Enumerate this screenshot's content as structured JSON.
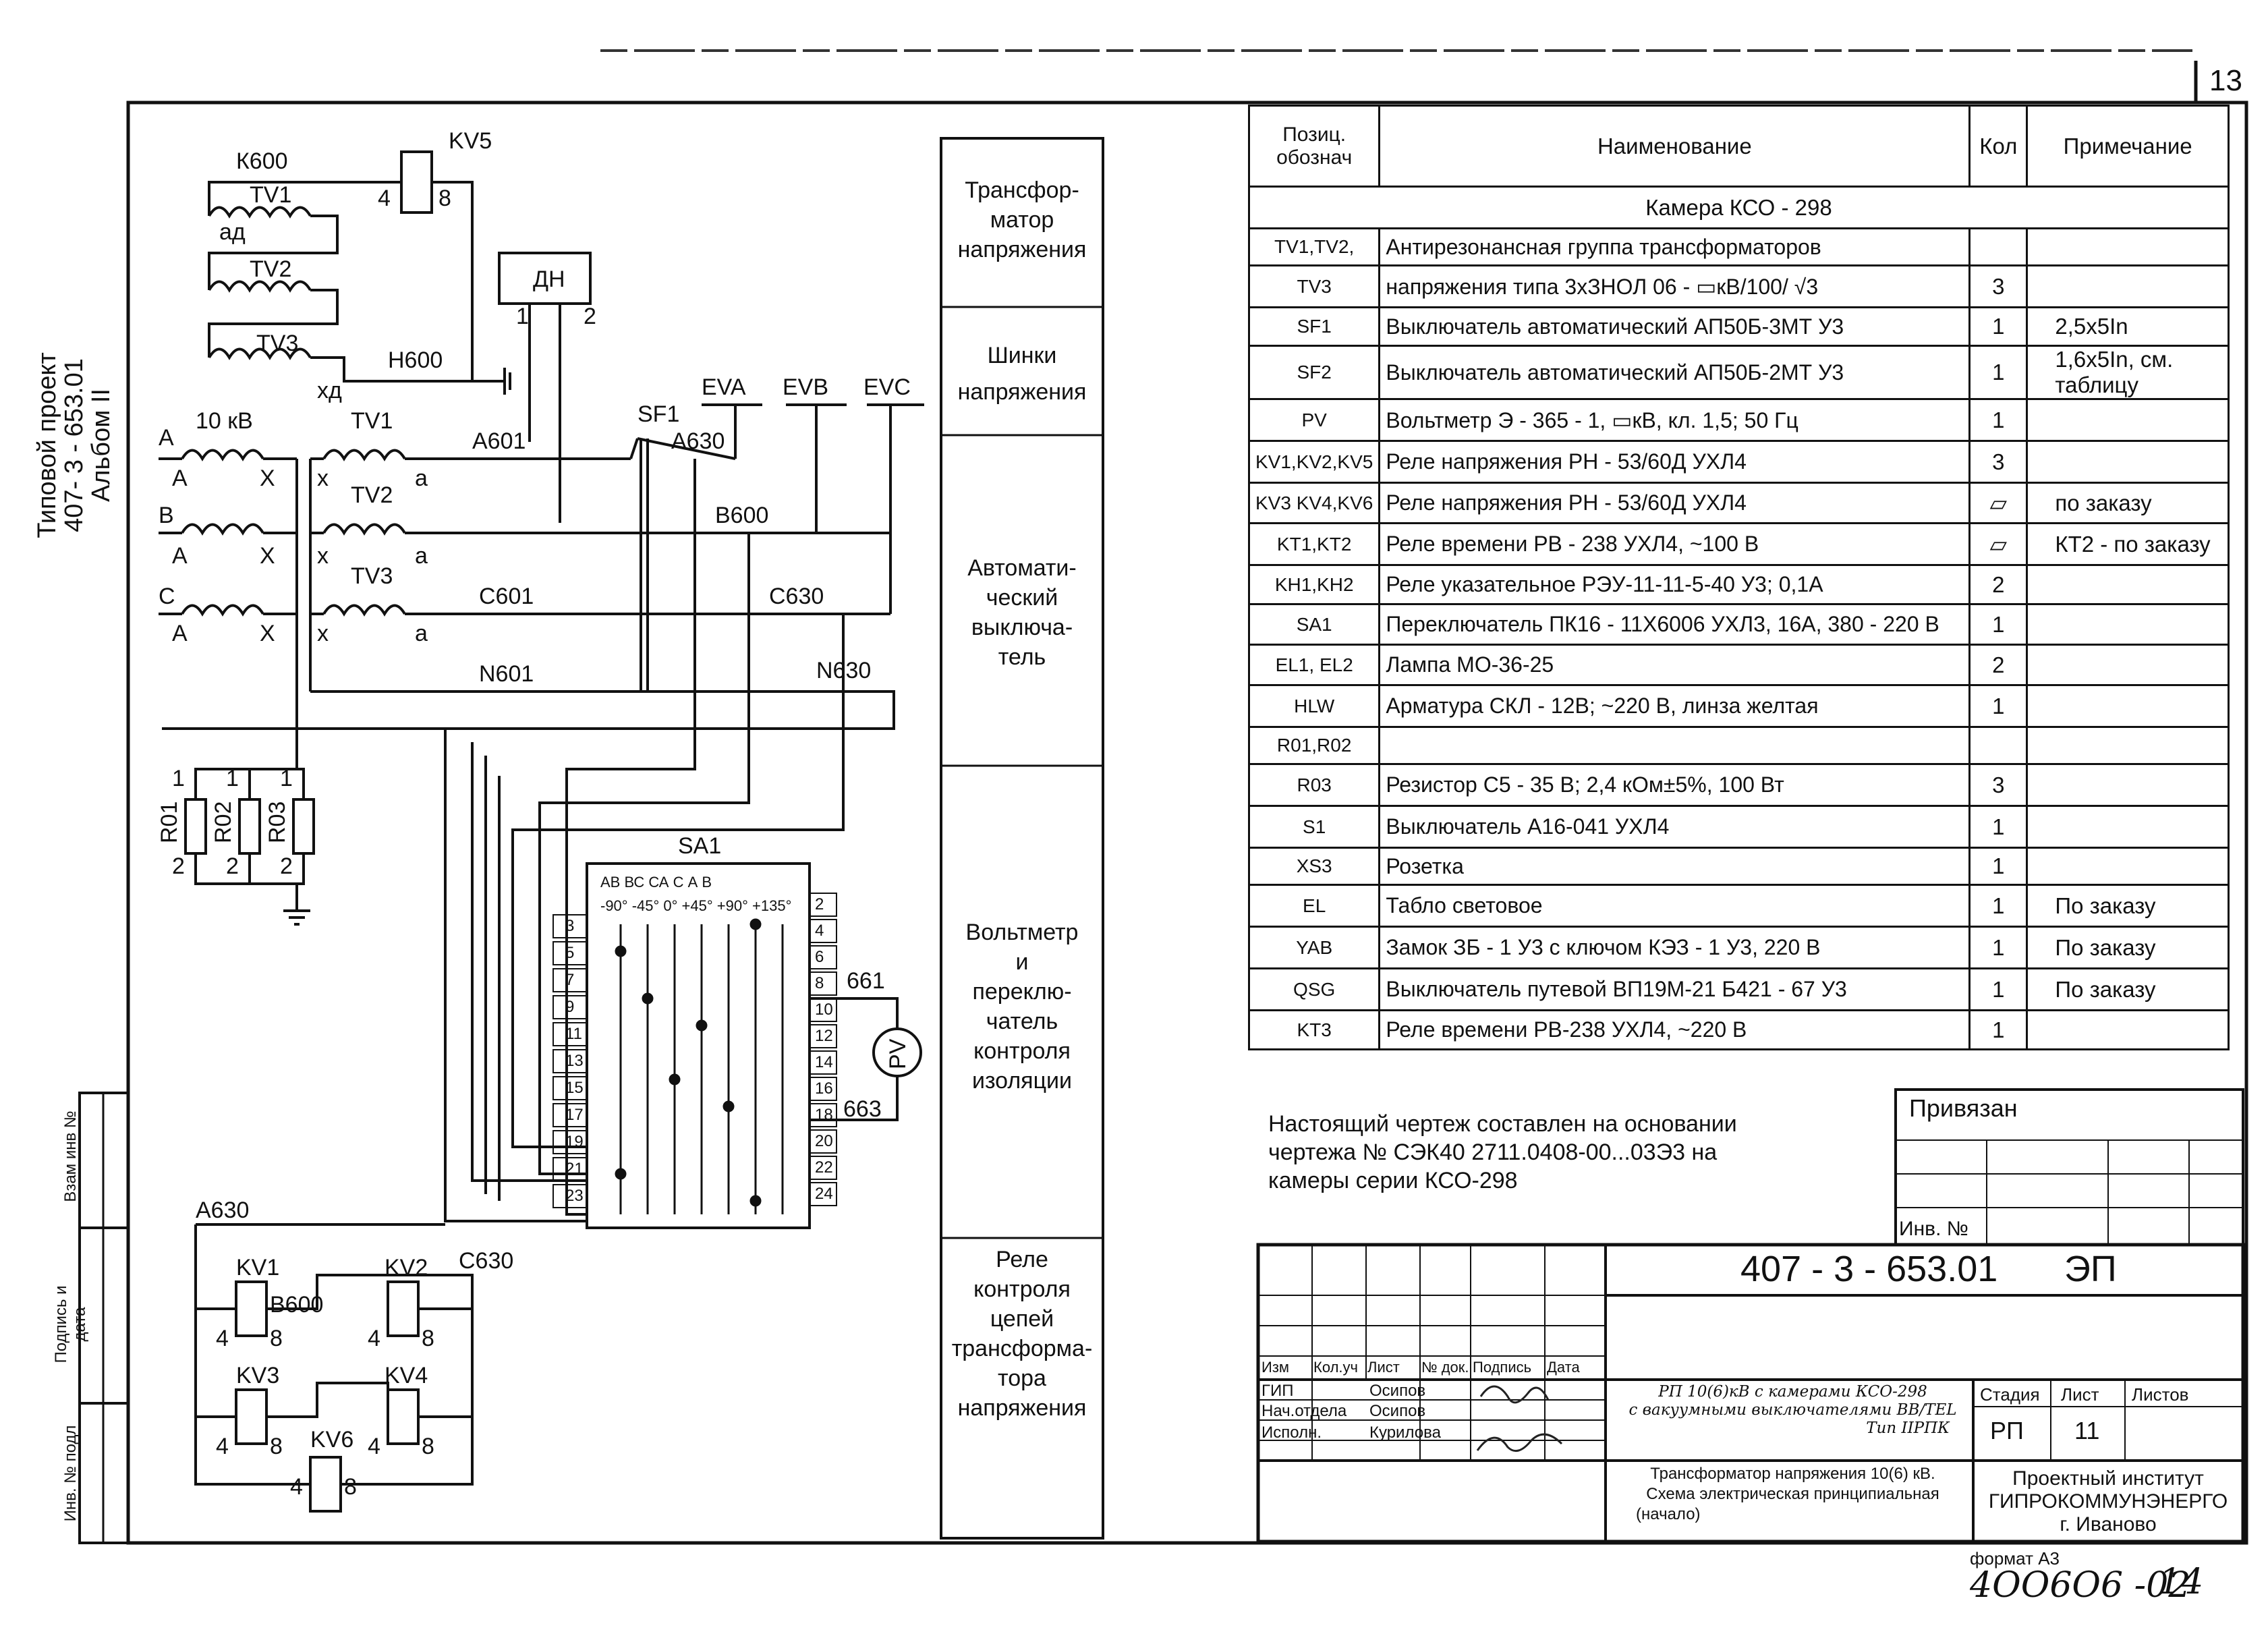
{
  "page": {
    "sheet_corner_number": "13",
    "format_label": "формат А3",
    "archive_number": "4ОО6О6 -02",
    "archive_page": "14"
  },
  "side_stamp": {
    "line1": "Типовой проект",
    "line2": "407- 3 - 653.01",
    "line3": "Альбом II",
    "cells": [
      "Взам инв №",
      "Подпись и дата",
      "Инв. № подл"
    ]
  },
  "schematic": {
    "labels": {
      "k600": "К600",
      "kv5": "KV5",
      "tv1": "TV1",
      "tv2": "TV2",
      "tv3": "TV3",
      "ad": "ад",
      "xd": "хд",
      "dn": "ДН",
      "h600": "Н600",
      "n10kv": "10 кВ",
      "sf1": "SF1",
      "eva": "EVA",
      "evb": "EVB",
      "evc": "EVC",
      "a601": "А601",
      "a630": "А630",
      "b600": "В600",
      "c601": "С601",
      "c630": "С630",
      "n601": "N601",
      "n630": "N630",
      "phA": "А",
      "phB": "В",
      "phC": "С",
      "A": "А",
      "X": "Х",
      "x": "х",
      "a": "а",
      "r01": "R01",
      "r02": "R02",
      "r03": "R03",
      "sa1": "SA1",
      "sa1_top": "АВ  ВС СА С   А    В",
      "sa1_angles": "-90° -45°  0° +45° +90° +135°",
      "pv": "PV",
      "w661": "661",
      "w663": "663",
      "a630b": "А630",
      "c630b": "С630",
      "b600b": "В600",
      "kv1": "KV1",
      "kv2": "KV2",
      "kv3": "KV3",
      "kv4": "KV4",
      "kv6": "KV6",
      "n4": "4",
      "n8": "8",
      "n1": "1",
      "n2": "2"
    },
    "sa1_left_pins": [
      "3",
      "5",
      "7",
      "9",
      "11",
      "13",
      "15",
      "17",
      "19",
      "21",
      "23"
    ],
    "sa1_right_pins": [
      "2",
      "4",
      "6",
      "8",
      "10",
      "12",
      "14",
      "16",
      "18",
      "20",
      "22",
      "24"
    ]
  },
  "legend": [
    {
      "text": "Трансфор-\nматор\nнапряжения"
    },
    {
      "text": "Шинки\nнапряжения"
    },
    {
      "text": "Автомати-\nческий\nвыключа-\nтель"
    },
    {
      "text": "Вольтметр\nи\nпереклю-\nчатель\nконтроля\nизоляции"
    },
    {
      "text": "Реле\nконтроля\nцепей\nтрансформа-\nтора\nнапряжения"
    }
  ],
  "spec_table": {
    "headers": [
      "Позиц.\nобознач",
      "Наименование",
      "Кол",
      "Примечание"
    ],
    "section_title": "Камера КСО - 298",
    "rows": [
      [
        "TV1,TV2,",
        "Антирезонансная группа трансформаторов",
        "",
        ""
      ],
      [
        "TV3",
        "напряжения типа 3хЗНОЛ 06 - ▭кВ/100/ √3",
        "3",
        ""
      ],
      [
        "SF1",
        "Выключатель автоматический АП50Б-3МТ У3",
        "1",
        "2,5х5In"
      ],
      [
        "SF2",
        "Выключатель автоматический АП50Б-2МТ У3",
        "1",
        "1,6х5In, см. таблицу"
      ],
      [
        "PV",
        "Вольтметр Э - 365 - 1, ▭кВ, кл. 1,5; 50 Гц",
        "1",
        ""
      ],
      [
        "KV1,KV2,KV5",
        "Реле напряжения РН - 53/60Д УХЛ4",
        "3",
        ""
      ],
      [
        "KV3 KV4,KV6",
        "Реле напряжения РН - 53/60Д УХЛ4",
        "▱",
        "по заказу"
      ],
      [
        "KT1,KT2",
        "Реле времени РВ - 238 УХЛ4, ~100 В",
        "▱",
        "КТ2 - по заказу"
      ],
      [
        "KH1,KH2",
        "Реле указательное РЭУ-11-11-5-40 У3; 0,1А",
        "2",
        ""
      ],
      [
        "SA1",
        "Переключатель ПК16 - 11Х6006 УХЛ3, 16А, 380 - 220 В",
        "1",
        ""
      ],
      [
        "EL1, EL2",
        "Лампа МО-36-25",
        "2",
        ""
      ],
      [
        "HLW",
        "Арматура СКЛ - 12В; ~220 В, линза желтая",
        "1",
        ""
      ],
      [
        "R01,R02",
        "",
        "",
        ""
      ],
      [
        "R03",
        "Резистор С5 - 35 В; 2,4 кОм±5%, 100 Вт",
        "3",
        ""
      ],
      [
        "S1",
        "Выключатель А16-041 УХЛ4",
        "1",
        ""
      ],
      [
        "XS3",
        "Розетка",
        "1",
        ""
      ],
      [
        "EL",
        "Табло световое",
        "1",
        "По заказу"
      ],
      [
        "YAB",
        "Замок ЗБ - 1 У3 с ключом КЭЗ - 1 У3, 220 В",
        "1",
        "По заказу"
      ],
      [
        "QSG",
        "Выключатель путевой ВП19М-21 Б421 - 67 У3",
        "1",
        "По заказу"
      ],
      [
        "KT3",
        "Реле времени РВ-238 УХЛ4, ~220 В",
        "1",
        ""
      ]
    ]
  },
  "note": {
    "line1": "Настоящий чертеж составлен на основании",
    "line2": "чертежа № СЭК40 2711.0408-00...03Э3 на",
    "line3": "камеры серии КСО-298"
  },
  "privyazan": {
    "title": "Привязан",
    "inv_label": "Инв. №"
  },
  "title_block": {
    "doc_code": "407 - 3 - 653.01",
    "doc_mark": "ЭП",
    "col_headers": [
      "Изм",
      "Кол.уч",
      "Лист",
      "№ док.",
      "Подпись",
      "Дата"
    ],
    "people": [
      {
        "role": "ГИП",
        "name": "Осипов"
      },
      {
        "role": "Нач.отдела",
        "name": "Осипов"
      },
      {
        "role": "Исполн.",
        "name": "Курилова"
      }
    ],
    "project_desc_1": "РП 10(6)кВ с камерами КСО-298",
    "project_desc_2": "с вакуумными выключателями ВВ/TEL",
    "project_desc_3": "Тип IIРПК",
    "stage_label": "Стадия",
    "sheet_label": "Лист",
    "sheets_label": "Листов",
    "stage_value": "РП",
    "sheet_value": "11",
    "sheets_value": "",
    "drawing_title_1": "Трансформатор напряжения 10(6) кВ.",
    "drawing_title_2": "Схема электрическая принципиальная",
    "drawing_title_3": "(начало)",
    "org_1": "Проектный институт",
    "org_2": "ГИПРОКОММУНЭНЕРГО",
    "org_3": "г. Иваново"
  }
}
